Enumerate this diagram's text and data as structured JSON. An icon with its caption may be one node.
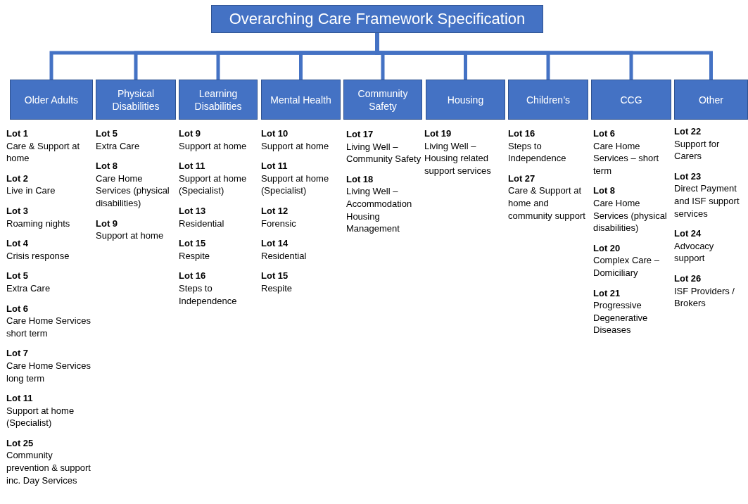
{
  "diagram": {
    "nodes": [
      {
        "text": [
          "Overarching Care Framework Specification"
        ]
      },
      {
        "text": [
          "Older Adults"
        ],
        "beside": [
          "**Lot 1** Care & Support at home",
          "**Lot 2** Live in Care",
          "**Lot 3** Roaming nights",
          "**Lot 4** Crisis response",
          "**Lot 5** Extra Care",
          "**Lot 6** Care Home Services short term",
          "**Lot 7** Care Home Services long term",
          "**Lot 11** Support at home (Specialist)",
          "**Lot 25** Community prevention & support inc. Day Services"
        ]
      },
      {
        "text": [
          "Physical Disabilities"
        ],
        "beside": [
          "**Lot 5** Extra Care",
          "**Lot 8** Care Home Services (physical disabilities)",
          "**Lot 9** Support at home"
        ]
      },
      {
        "text": [
          "Learning Disabilities"
        ],
        "beside": [
          "**Lot 9** Support at home",
          "**Lot 11** Support at home (Specialist)",
          "**Lot 13** Residential",
          "**Lot 15** Respite",
          "**Lot 16** Steps to Independence"
        ]
      },
      {
        "text": [
          "Mental Health"
        ],
        "beside": [
          "**Lot 10** Support at home",
          "**Lot 11** Support at home (Specialist)",
          "**Lot 12** Forensic",
          "**Lot 14** Residential",
          "**Lot 15** Respite"
        ]
      },
      {
        "text": [
          "Community Safety"
        ],
        "beside": [
          "**Lot 17** Living Well – Community Safety",
          "**Lot 18** Living Well – Accommodation Housing Management"
        ]
      },
      {
        "text": [
          "Housing"
        ],
        "beside": [
          "**Lot 19** Living Well – Housing related support services"
        ]
      },
      {
        "text": [
          "Children’s"
        ],
        "beside": [
          "**Lot 16** Steps to Independence",
          "**Lot 27** Care & Support at home and community support"
        ]
      },
      {
        "text": [
          "CCG"
        ],
        "beside": [
          "**Lot 6** Care Home Services – short term",
          "**Lot 8** Care Home Services (physical disabilities)",
          "**Lot 20** Complex Care – Domiciliary",
          "**Lot 21** Progressive Degenerative Diseases"
        ]
      },
      {
        "text": [
          "Other"
        ],
        "beside": [
          "**Lot 22** Support for Carers",
          "**Lot 23** Direct Payment and ISF support services",
          "**Lot 24** Advocacy support",
          "**Lot 26** ISF Providers / Brokers"
        ]
      }
    ],
    "edges": [
      {
        "from": 0,
        "to": 1,
        "arrow": "none"
      },
      {
        "from": 0,
        "to": 2,
        "arrow": "none"
      },
      {
        "from": 0,
        "to": 3,
        "arrow": "none"
      },
      {
        "from": 0,
        "to": 4,
        "arrow": "none"
      },
      {
        "from": 0,
        "to": 5,
        "arrow": "none"
      },
      {
        "from": 0,
        "to": 6,
        "arrow": "none"
      },
      {
        "from": 0,
        "to": 7,
        "arrow": "none"
      },
      {
        "from": 0,
        "to": 8,
        "arrow": "none"
      },
      {
        "from": 0,
        "to": 9,
        "arrow": "none"
      }
    ]
  }
}
